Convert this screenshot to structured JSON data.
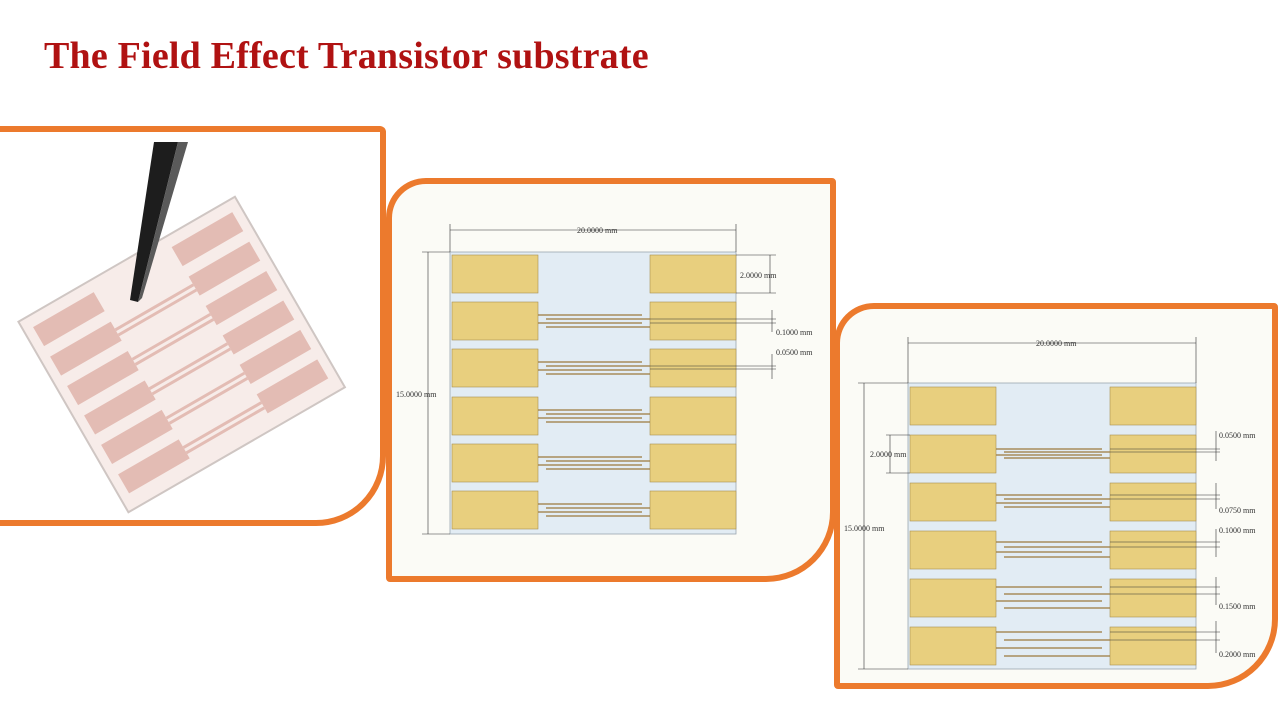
{
  "title": "The Field Effect Transistor substrate",
  "colors": {
    "title": "#b01212",
    "frame_border": "#ec7a2d",
    "pad": "#e8cf7e",
    "substrate": "#e2ecf4"
  },
  "diagram_a": {
    "width_label": "20.0000 mm",
    "height_label": "15.0000 mm",
    "pad_height_label": "2.0000 mm",
    "gap_labels": [
      "0.1000 mm",
      "0.0500 mm"
    ]
  },
  "diagram_b": {
    "width_label": "20.0000 mm",
    "height_label": "15.0000 mm",
    "pad_height_label": "2.0000 mm",
    "gap_labels": [
      "0.0500 mm",
      "0.0750 mm",
      "0.1000 mm",
      "0.1500 mm",
      "0.2000 mm"
    ]
  }
}
